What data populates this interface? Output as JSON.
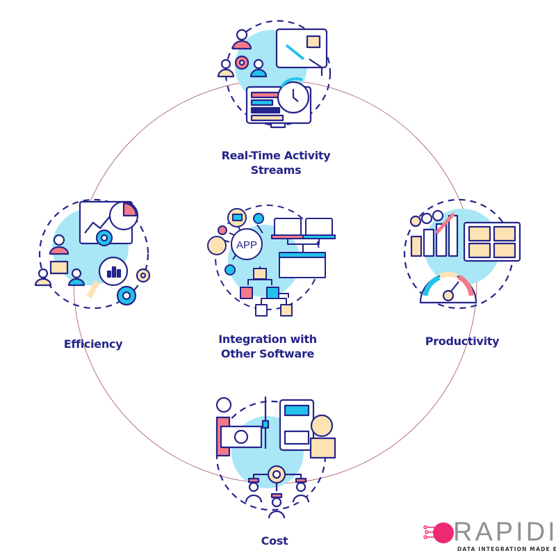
{
  "diagram": {
    "center_node": {
      "label": "Integration with Other Software",
      "line1": "Integration with",
      "line2": "Other Software",
      "icon_text": "APP"
    },
    "nodes": [
      {
        "id": "real-time",
        "line1": "Real-Time Activity",
        "line2": "Streams"
      },
      {
        "id": "productivity",
        "line1": "Productivity"
      },
      {
        "id": "cost",
        "line1": "Cost"
      },
      {
        "id": "efficiency",
        "line1": "Efficiency"
      }
    ]
  },
  "logo": {
    "name": "RAPIDI",
    "tagline": "DATA INTEGRATION MADE EASY"
  },
  "colors": {
    "navy": "#24248a",
    "light_blue": "#a9e7f6",
    "cyan": "#22c3ea",
    "pink": "#f47a88",
    "cream": "#fde3b3",
    "ring": "#a05060",
    "logo_pink": "#ec2a73"
  }
}
